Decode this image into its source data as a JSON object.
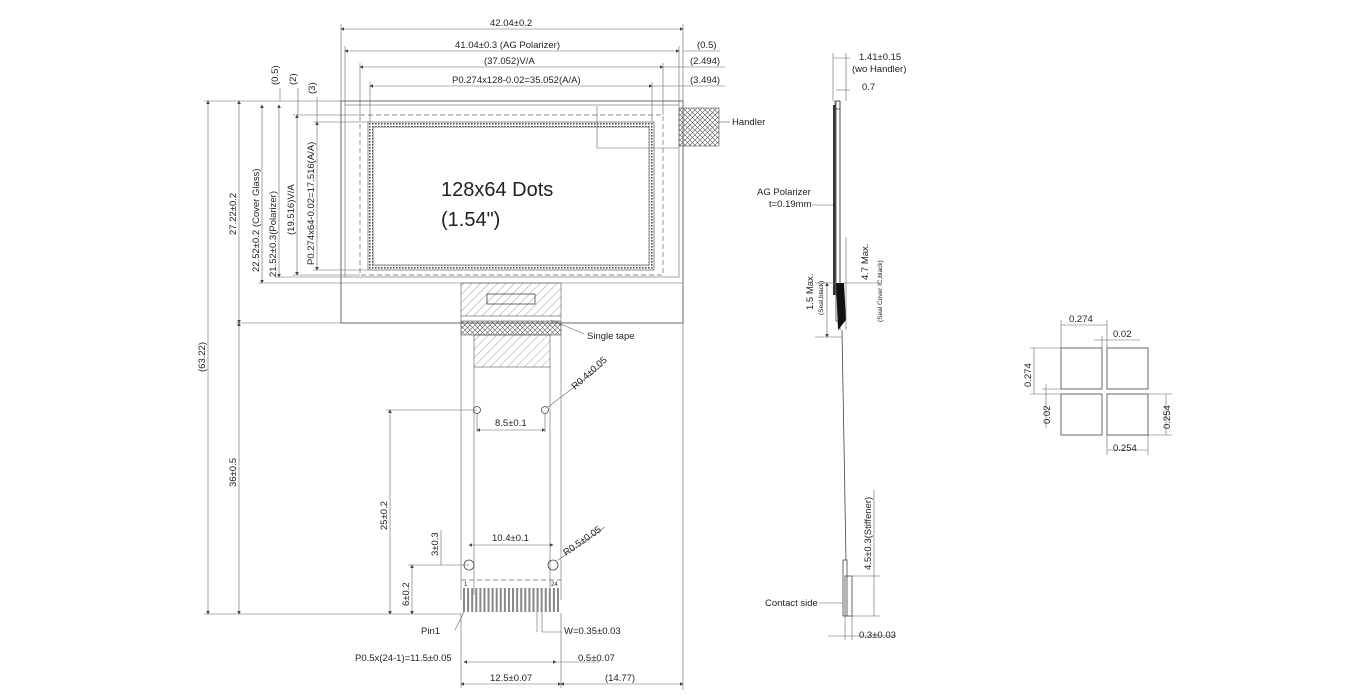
{
  "front_view": {
    "display_label": "128x64 Dots",
    "display_size": "(1.54\")",
    "width_outline": "42.04±0.2",
    "width_polarizer": "41.04±0.3 (AG Polarizer)",
    "width_va": "(37.052)V/A",
    "width_aa": "P0.274x128-0.02=35.052(A/A)",
    "right_off_1": "(0.5)",
    "right_off_2": "(2.494)",
    "right_off_3": "(3.494)",
    "top_off_1": "(0.5)",
    "top_off_2": "(2)",
    "top_off_3": "(3)",
    "height_total": "(63.22)",
    "height_glass": "27.22±0.2",
    "height_cover": "22.52±0.2 (Cover Glass)",
    "height_polarizer": "21.52±0.3(Polarizer)",
    "height_va": "(19.516)V/A",
    "height_aa": "P0.274x64-0.02=17.516(A/A)",
    "height_fpc": "36±0.5",
    "height_25": "25±0.2",
    "height_3": "3±0.3",
    "height_6": "6±0.2",
    "handler": "Handler",
    "single_tape": "Single tape",
    "hole_radius_1": "R0.4±0.05",
    "hole_radius_2": "R0.5±0.05",
    "hole_spacing_1": "8.5±0.1",
    "hole_spacing_2": "10.4±0.1",
    "pin_first": "1",
    "pin_last": "24",
    "pin1_label": "Pin1",
    "pin_width": "W=0.35±0.03",
    "pitch": "P0.5x(24-1)=11.5±0.05",
    "edge_gap": "0.5±0.07",
    "fpc_width": "12.5±0.07",
    "fpc_offset": "(14.77)"
  },
  "side_view": {
    "thickness": "1.41±0.15",
    "thickness_note": "(wo Handler)",
    "glass": "0.7",
    "polarizer": "AG Polarizer",
    "polarizer_t": "t=0.19mm",
    "seal_max": "1.5 Max.",
    "seal_note": "(Seal,black)",
    "ic_max": "4.7 Max.",
    "ic_note": "(Seal Cover IC,black)",
    "stiffener": "4.5±0.3(Stiffener)",
    "contact_side": "Contact side",
    "fpc_thickness": "0.3±0.03"
  },
  "pixel_detail": {
    "pitch_top": "0.274",
    "gap_top": "0.02",
    "pitch_left": "0.274",
    "gap_left": "0.02",
    "dot_right": "0.254",
    "dot_bottom": "0.254"
  }
}
